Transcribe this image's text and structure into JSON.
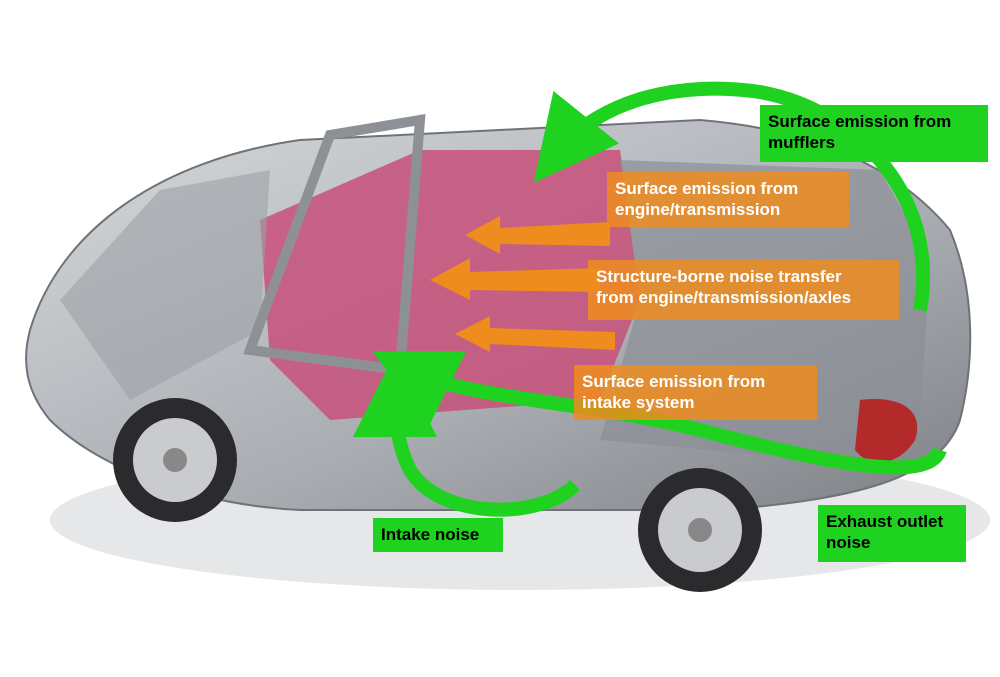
{
  "labels": {
    "mufflers": {
      "line1": "Surface emission from",
      "line2": "mufflers"
    },
    "engine_transmission": {
      "line1": "Surface emission from",
      "line2": "engine/transmission"
    },
    "structure_borne": {
      "line1": "Structure-borne noise transfer",
      "line2": "from engine/transmission/axles"
    },
    "intake_system": {
      "line1": "Surface emission from",
      "line2": "intake system"
    },
    "intake_noise": {
      "line1": "Intake noise"
    },
    "exhaust_outlet": {
      "line1": "Exhaust outlet",
      "line2": "noise"
    }
  },
  "colors": {
    "airborne": "#1fd21f",
    "structure": "#ee8c1e",
    "body": "#b9bcc0",
    "interior": "#c8507a"
  }
}
